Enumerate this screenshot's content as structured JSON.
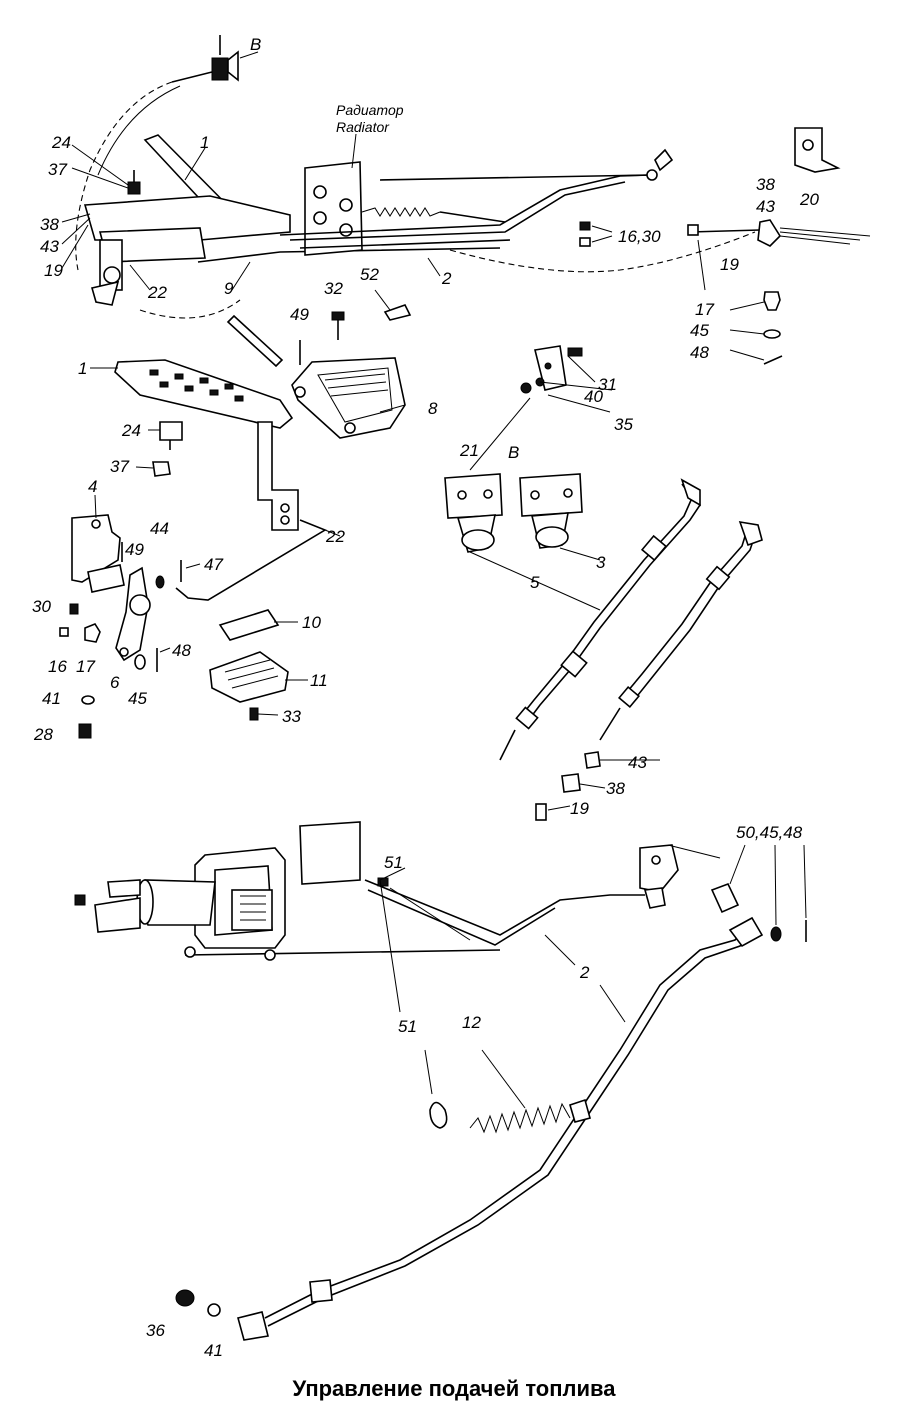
{
  "caption": "Управление подачей топлива",
  "radiator": {
    "ru": "Радиатор",
    "en": "Radiator"
  },
  "view_marks": [
    "В",
    "В"
  ],
  "callouts": [
    "1",
    "24",
    "37",
    "38",
    "43",
    "19",
    "22",
    "9",
    "2",
    "52",
    "32",
    "49",
    "16,30",
    "38",
    "43",
    "20",
    "19",
    "17",
    "45",
    "48",
    "1",
    "8",
    "24",
    "37",
    "4",
    "49",
    "44",
    "47",
    "22",
    "30",
    "16",
    "17",
    "6",
    "45",
    "48",
    "41",
    "28",
    "10",
    "11",
    "33",
    "31",
    "40",
    "35",
    "21",
    "5",
    "3",
    "43",
    "38",
    "19",
    "51",
    "50,45,48",
    "2",
    "51",
    "12",
    "36",
    "41"
  ]
}
